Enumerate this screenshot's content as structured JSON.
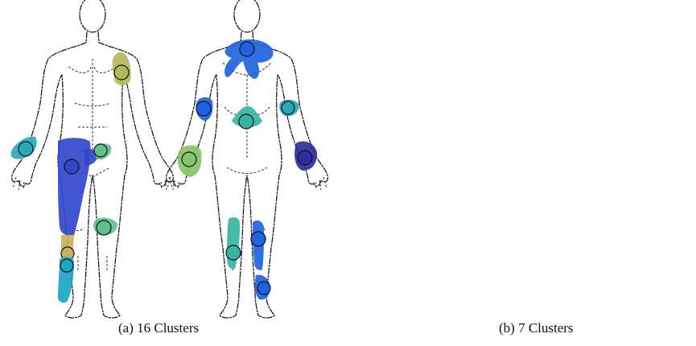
{
  "figure": {
    "panels": [
      {
        "id": "a",
        "caption": "(a)  16 Clusters",
        "colors": {
          "olive": "#b3b85a",
          "teal": "#29a9b8",
          "blue": "#3346cc",
          "green": "#62c08a",
          "mustard": "#c8b35a",
          "cyan": "#1aa6c4",
          "royal": "#1f63e0",
          "seagreen": "#37b4a4",
          "lightgreen": "#87c46a",
          "indigo": "#2c2f9e"
        }
      },
      {
        "id": "b",
        "caption": "(b)  7 Clusters",
        "colors": {
          "mint": "#52c2a3",
          "blue": "#2266dd",
          "gold": "#d4b54f",
          "teal": "#15a3c2",
          "lightgreen": "#8ac46e",
          "ocean": "#1d6fcf",
          "amber": "#f0b532"
        }
      }
    ]
  }
}
